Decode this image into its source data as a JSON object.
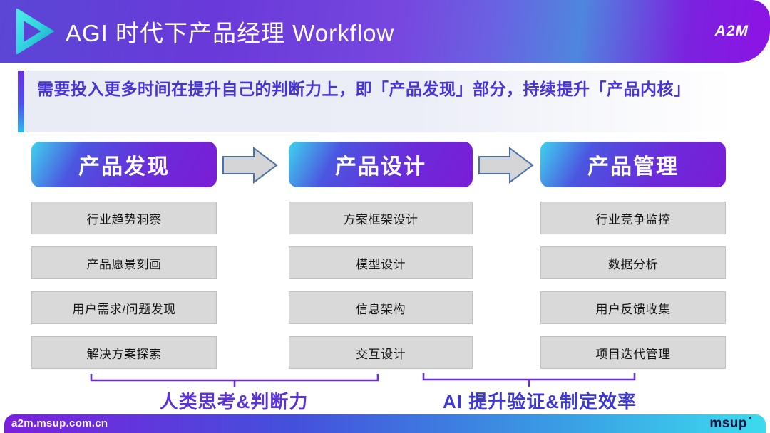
{
  "header": {
    "title": "AGI 时代下产品经理 Workflow",
    "brand": "A2M",
    "logo": "play-triangle-icon"
  },
  "callout": {
    "text": "需要投入更多时间在提升自己的判断力上，即「产品发现」部分，持续提升「产品内核」"
  },
  "workflow": {
    "stages": [
      {
        "title": "产品发现",
        "items": [
          "行业趋势洞察",
          "产品愿景刻画",
          "用户需求/问题发现",
          "解决方案探索"
        ]
      },
      {
        "title": "产品设计",
        "items": [
          "方案框架设计",
          "模型设计",
          "信息架构",
          "交互设计"
        ]
      },
      {
        "title": "产品管理",
        "items": [
          "行业竞争监控",
          "数据分析",
          "用户反馈收集",
          "项目迭代管理"
        ]
      }
    ]
  },
  "braces": [
    {
      "label": "人类思考&判断力",
      "span": "产品发现 + 产品设计"
    },
    {
      "label": "AI 提升验证&制定效率",
      "span": "产品设计 + 产品管理"
    }
  ],
  "footer": {
    "url": "a2m.msup.com.cn",
    "brand": "msup"
  },
  "colors": {
    "header_purple": "#7b1fde",
    "header_blue_sheen": "#4f86de",
    "stage_gradient_start": "#3ed3ee",
    "stage_gradient_end": "#7b1cd6",
    "callout_bg": "#e9ebf5",
    "callout_text": "#4634d6",
    "item_gray": "#d9d9d9",
    "arrow_fill": "#d5d5d7",
    "arrow_stroke": "#4a72a8",
    "brace_purple": "#6a2fd4",
    "brace_label_left": "#5a33da",
    "brace_label_right": "#3d38d2",
    "footer_cyan": "#3cdbee"
  }
}
